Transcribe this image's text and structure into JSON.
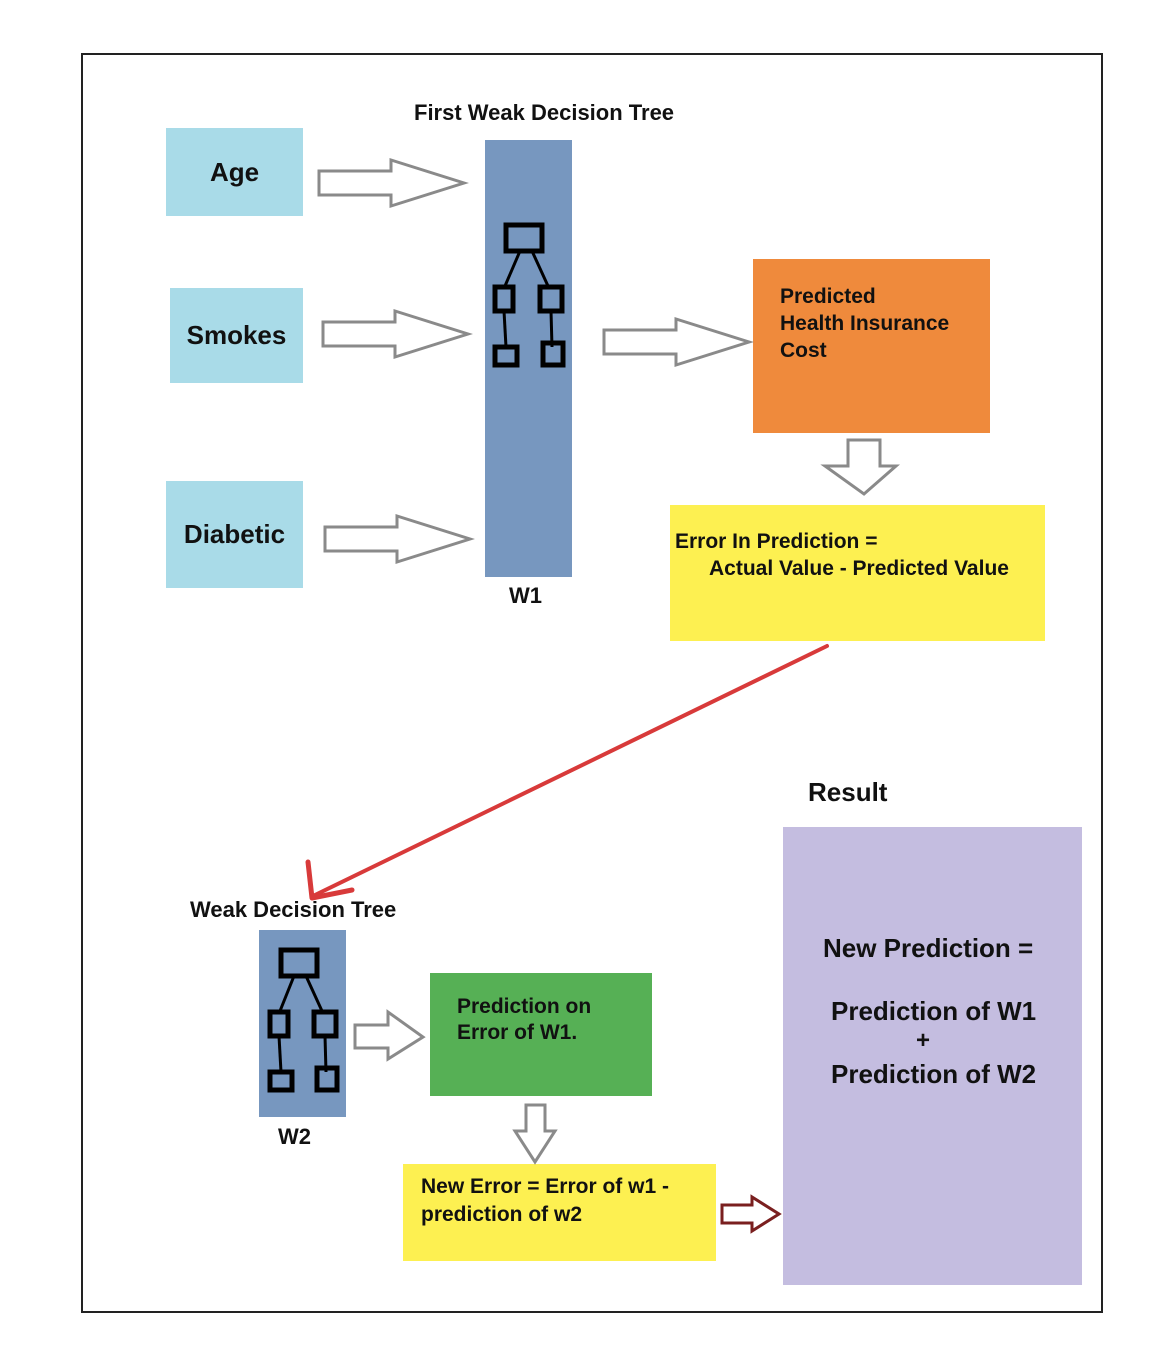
{
  "diagram": {
    "inputs": [
      {
        "label": "Age"
      },
      {
        "label": "Smokes"
      },
      {
        "label": "Diabetic"
      }
    ],
    "tree1": {
      "title": "First Weak Decision Tree",
      "label": "W1"
    },
    "predicted_cost": "Predicted\nHealth Insurance\nCost",
    "error_box": {
      "line1": "Error In Prediction =",
      "line2": "Actual Value - Predicted Value"
    },
    "tree2": {
      "title": "Weak Decision Tree",
      "label": "W2"
    },
    "prediction_on_error": "Prediction on\nError of W1.",
    "new_error": "New Error = Error of w1 -\nprediction of w2",
    "result": {
      "title": "Result",
      "line1": "New Prediction =",
      "line2": "Prediction of W1",
      "plus": "+",
      "line3": "Prediction of W2"
    }
  },
  "colors": {
    "feature_box": "#a9dbe8",
    "tree_column": "#7797bf",
    "predicted_box": "#ef8a3c",
    "error_box": "#fdf051",
    "prediction_box": "#56b055",
    "result_box": "#c4bde0",
    "red_arrow": "#d83a3a",
    "dark_red_arrow": "#7a1f1f"
  }
}
